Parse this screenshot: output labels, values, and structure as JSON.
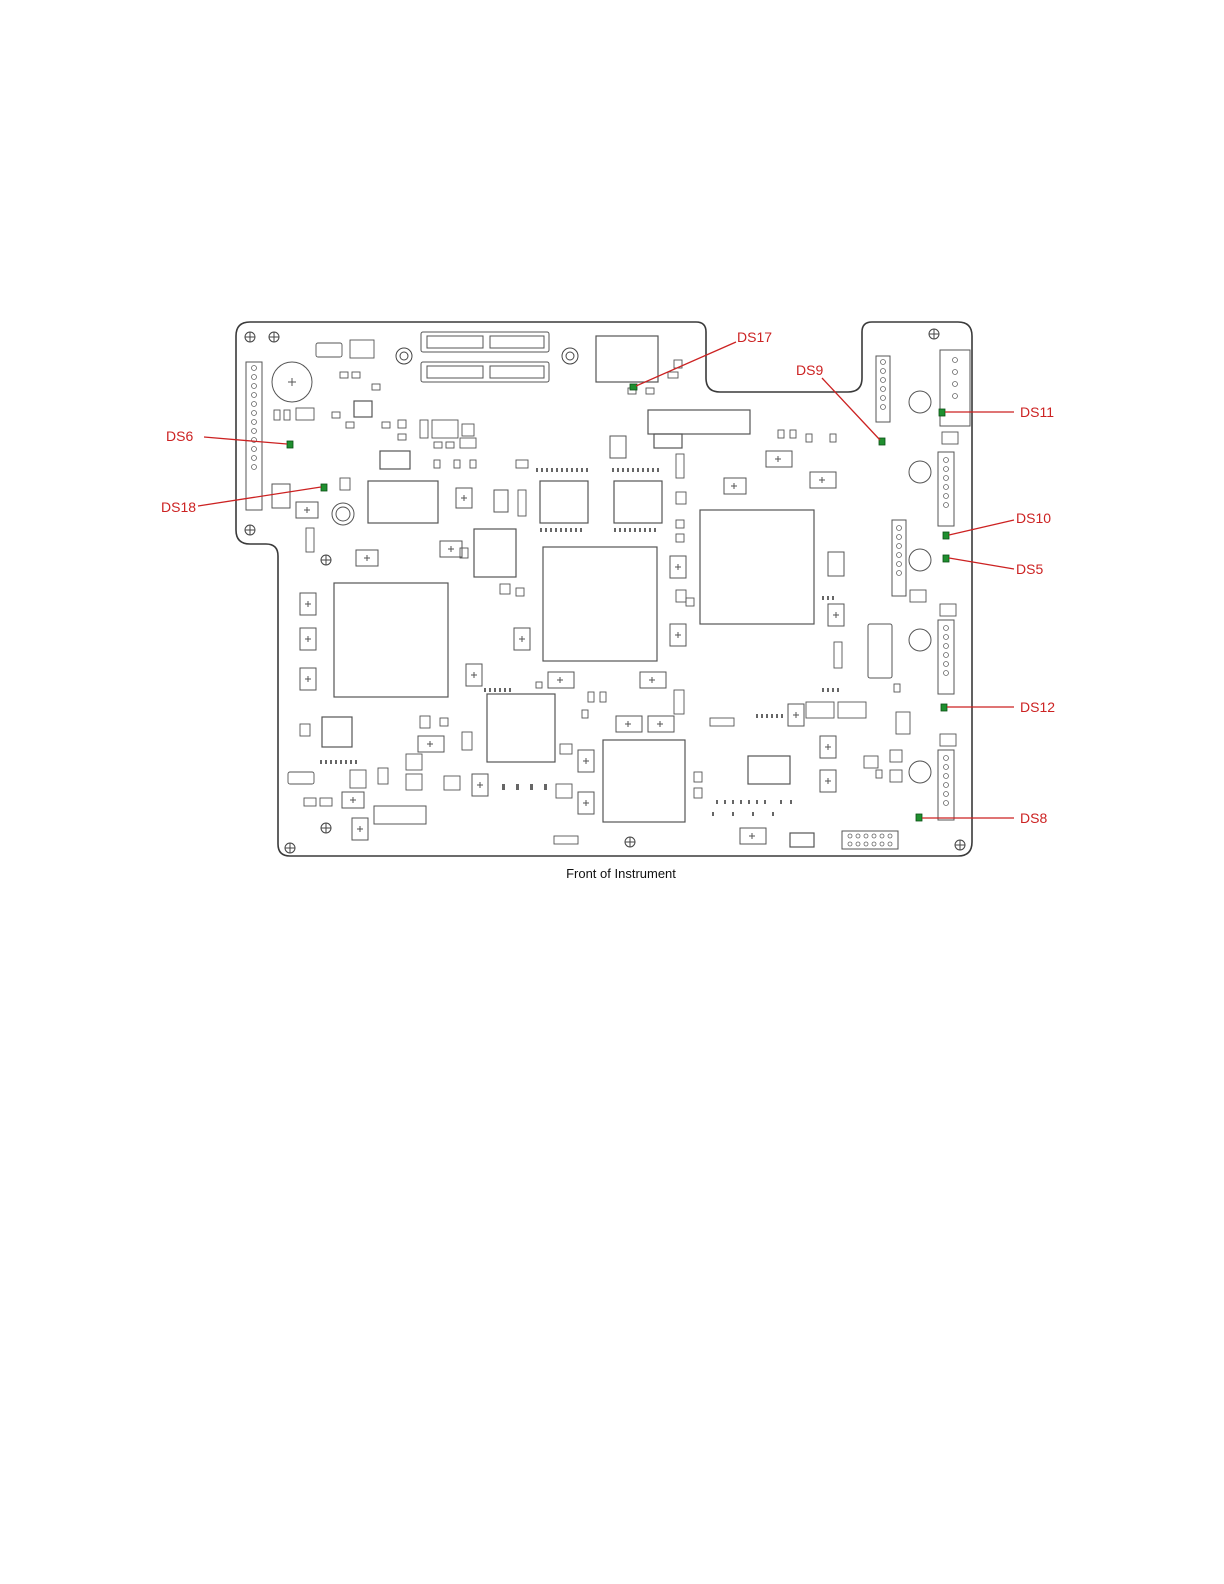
{
  "caption": "Front of Instrument",
  "colors": {
    "outline": "#3a3a3a",
    "component": "#555555",
    "callout": "#cc2222",
    "led": "#1f8f2f"
  },
  "callouts": [
    {
      "id": "ds6",
      "label": "DS6"
    },
    {
      "id": "ds18",
      "label": "DS18"
    },
    {
      "id": "ds17",
      "label": "DS17"
    },
    {
      "id": "ds9",
      "label": "DS9"
    },
    {
      "id": "ds11",
      "label": "DS11"
    },
    {
      "id": "ds10",
      "label": "DS10"
    },
    {
      "id": "ds5",
      "label": "DS5"
    },
    {
      "id": "ds12",
      "label": "DS12"
    },
    {
      "id": "ds8",
      "label": "DS8"
    }
  ]
}
